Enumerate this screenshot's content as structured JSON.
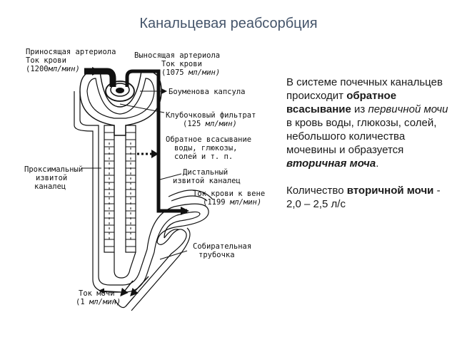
{
  "title": "Канальцевая реабсорбция",
  "diagram": {
    "afferent": {
      "line1": "Приносящая артериола",
      "line2": "Ток крови",
      "rate_value": "(1200",
      "rate_unit": "мл/мин)"
    },
    "efferent": {
      "line1": "Выносящая артериола",
      "line2": "Ток крови",
      "rate_value": "(1075",
      "rate_unit": "мл/мин)"
    },
    "bowman": "Боуменова капсула",
    "filtrate": {
      "line1": "Клубочковый фильтрат",
      "rate_value": "(125",
      "rate_unit": "мл/мин)"
    },
    "reabsorption": {
      "line1": "Обратное всасывание",
      "line2": "воды, глюкозы,",
      "line3": "солей и т. п."
    },
    "distal": {
      "line1": "Дистальный",
      "line2": "извитой каналец"
    },
    "proximal": {
      "line1": "Проксимальный",
      "line2": "извитой",
      "line3": "каналец"
    },
    "vein": {
      "line1": "Ток крови к вене",
      "rate_value": "(1199",
      "rate_unit": "мл/мин)"
    },
    "collecting": {
      "line1": "Собирательная",
      "line2": "трубочка"
    },
    "urine": {
      "line1": "Ток мочи",
      "rate_value": "(1",
      "rate_unit": "мл/мин)"
    }
  },
  "text": {
    "p1": "В  системе почечных канальцев происходит",
    "p1_bold": "обратное всасывание",
    "p1_mid": "из",
    "p1_italic": "первичной мочи",
    "p1_rest": "в кровь воды, глюкозы, солей, небольшого количества мочевины и образуется",
    "p1_bolditalic": "вторичная моча",
    "p1_end": ".",
    "p2": "Количество",
    "p2_bold": "вторичной мочи",
    "p2_rest": "-  2,0 – 2,5 л/с"
  }
}
